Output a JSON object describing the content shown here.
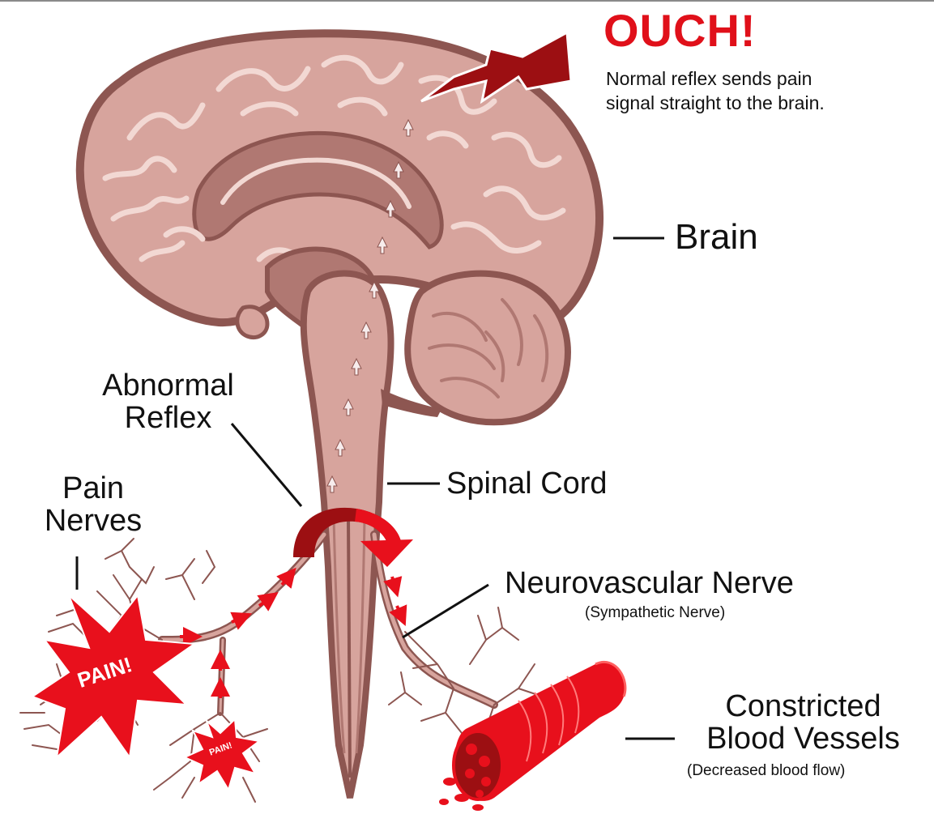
{
  "ouch": {
    "title": "OUCH!",
    "desc_line1": "Normal reflex sends pain",
    "desc_line2": "signal straight to the brain."
  },
  "labels": {
    "brain": "Brain",
    "spinal_cord": "Spinal Cord",
    "abnormal_line1": "Abnormal",
    "abnormal_line2": "Reflex",
    "pain_nerves_line1": "Pain",
    "pain_nerves_line2": "Nerves",
    "neurovascular": "Neurovascular Nerve",
    "sympathetic": "(Sympathetic Nerve)",
    "constricted_line1": "Constricted",
    "constricted_line2": "Blood Vessels",
    "decreased": "(Decreased blood flow)",
    "pain_big": "PAIN!",
    "pain_small": "PAIN!"
  },
  "colors": {
    "brain_fill": "#d7a49d",
    "brain_outline": "#8d5651",
    "brain_dark": "#b07872",
    "gyri": "#f2d8d3",
    "red": "#e8101c",
    "dark_red": "#9c0f12",
    "arrow_white": "#f7ecec"
  }
}
